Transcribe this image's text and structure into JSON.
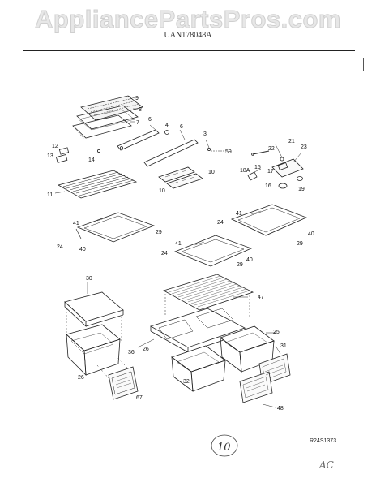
{
  "watermark": "AppliancePartsPros.com",
  "model_number": "UAN178048A",
  "diagram_code": "R24S1373",
  "handwritten_note": "10",
  "handwritten_initials": "AC",
  "part_callouts": [
    "9",
    "8",
    "7",
    "6",
    "4",
    "6",
    "3",
    "59",
    "22",
    "21",
    "23",
    "17",
    "18A",
    "15",
    "16",
    "19",
    "12",
    "13",
    "14",
    "11",
    "10",
    "10",
    "41",
    "29",
    "24",
    "40",
    "41",
    "24",
    "29",
    "40",
    "41",
    "24",
    "29",
    "40",
    "30",
    "47",
    "26",
    "25",
    "32",
    "36",
    "31",
    "26",
    "67",
    "48"
  ]
}
